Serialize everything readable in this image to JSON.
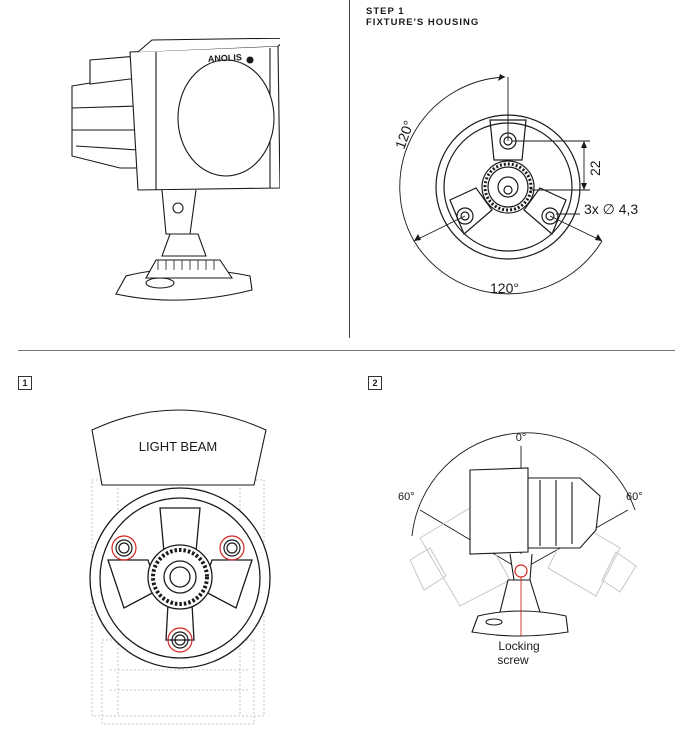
{
  "step": {
    "number_label": "STEP 1",
    "title": "FIXTURE'S HOUSING"
  },
  "brand_label": "ANOLIS",
  "dimensions": {
    "angle_top": "120°",
    "angle_bottom": "120°",
    "vertical": "22",
    "holes": "3x ∅ 4,3"
  },
  "panel1": {
    "number": "1",
    "beam_label": "LIGHT BEAM"
  },
  "panel2": {
    "number": "2",
    "angle_center": "0°",
    "angle_left": "60°",
    "angle_right": "60°",
    "locking_line1": "Locking",
    "locking_line2": "screw"
  },
  "colors": {
    "line": "#1a1a1a",
    "highlight": "#d0261e",
    "dotted": "#b5b5b5"
  }
}
